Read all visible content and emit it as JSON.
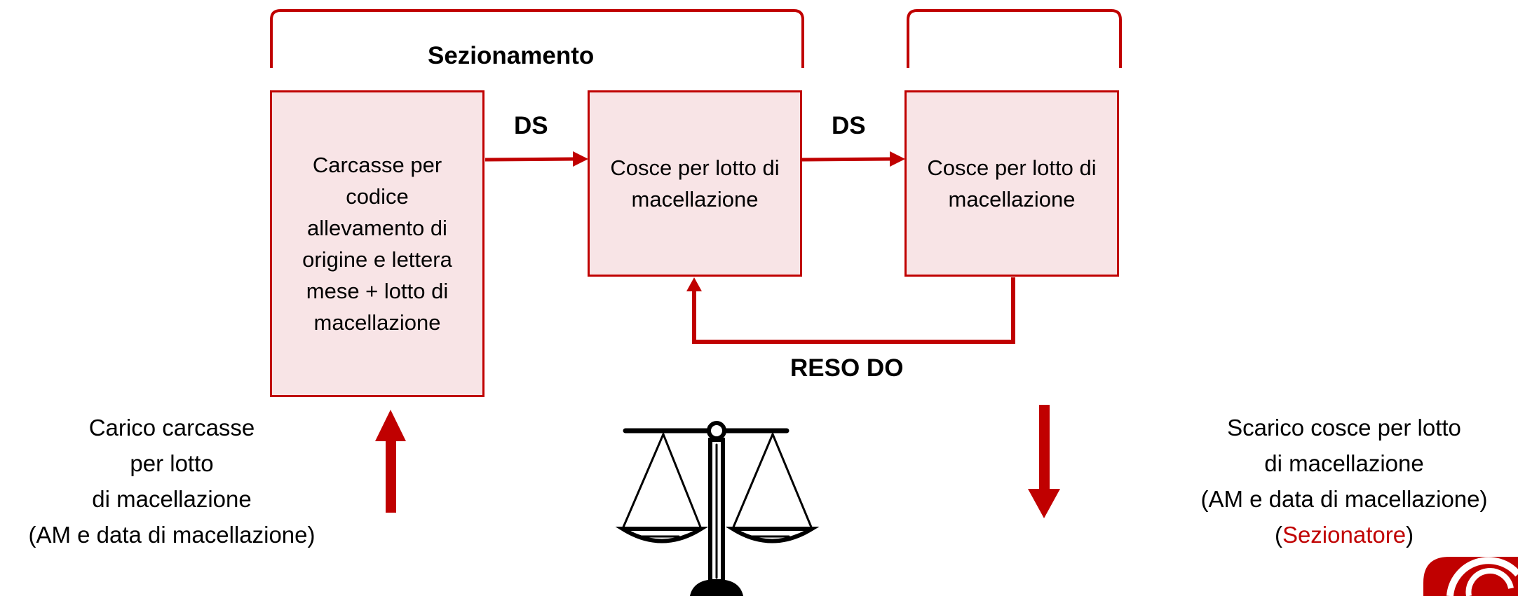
{
  "title": "Sezionamento",
  "boxes": {
    "carcasse": [
      "Carcasse per",
      "codice",
      "allevamento di",
      "origine e lettera",
      "mese + lotto di",
      "macellazione"
    ],
    "cosce1": [
      "Cosce per lotto di",
      "macellazione"
    ],
    "cosce2": [
      "Cosce per lotto di",
      "macellazione"
    ]
  },
  "arrows": {
    "ds1": "DS",
    "ds2": "DS",
    "reso": "RESO DO"
  },
  "carico": [
    "Carico carcasse",
    "per lotto",
    "di macellazione",
    "(AM e data di macellazione)"
  ],
  "scarico": {
    "lines": [
      "Scarico cosce per lotto",
      "di macellazione",
      "(AM e data di macellazione)"
    ],
    "open": "(",
    "actor": "Sezionatore",
    "close": ")"
  },
  "icons": [
    "scale-icon",
    "logo-icon"
  ],
  "colors": {
    "accent": "#c00000",
    "box_fill": "#f8e4e6"
  }
}
